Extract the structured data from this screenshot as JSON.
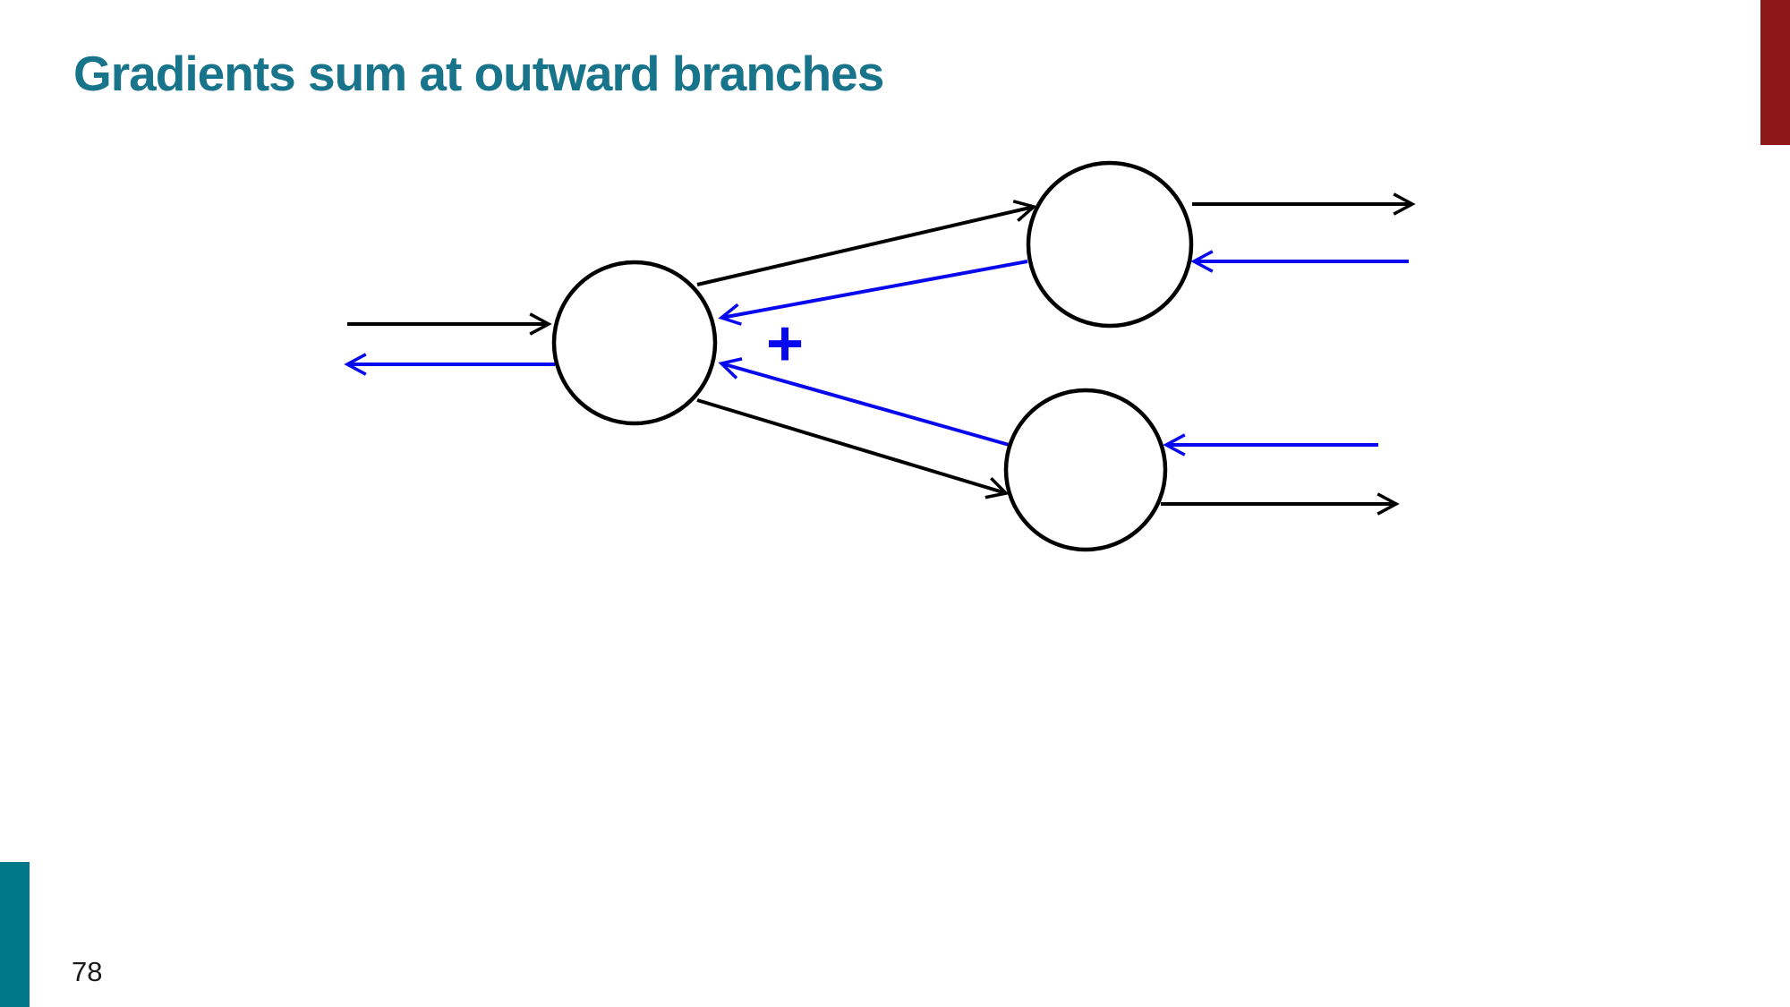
{
  "slide": {
    "title": "Gradients sum at outward branches",
    "page_number": "78"
  },
  "colors": {
    "background": "#FFFFFF",
    "title": "#17748A",
    "sidebar_teal": "#00788A",
    "corner_red": "#8C1818",
    "node_stroke": "#000000",
    "forward_arrow": "#000000",
    "gradient_arrow": "#0808EE",
    "page_number": "#1A1A1A"
  },
  "diagram": {
    "plus_sign": "+",
    "nodes": [
      {
        "id": "left-node"
      },
      {
        "id": "top-right-node"
      },
      {
        "id": "bottom-right-node"
      }
    ],
    "edges": [
      {
        "from": "input-left",
        "to": "left-node",
        "color": "black",
        "direction": "forward"
      },
      {
        "from": "left-node",
        "to": "top-right-node",
        "color": "black",
        "direction": "forward"
      },
      {
        "from": "left-node",
        "to": "bottom-right-node",
        "color": "black",
        "direction": "forward"
      },
      {
        "from": "top-right-node",
        "to": "output-right",
        "color": "black",
        "direction": "forward"
      },
      {
        "from": "bottom-right-node",
        "to": "output-right",
        "color": "black",
        "direction": "forward"
      },
      {
        "from": "left-node",
        "to": "output-left",
        "color": "blue",
        "direction": "backward"
      },
      {
        "from": "top-right-node",
        "to": "left-node",
        "color": "blue",
        "direction": "backward"
      },
      {
        "from": "bottom-right-node",
        "to": "left-node",
        "color": "blue",
        "direction": "backward"
      },
      {
        "from": "input-right-top",
        "to": "top-right-node",
        "color": "blue",
        "direction": "backward"
      },
      {
        "from": "input-right-bottom",
        "to": "bottom-right-node",
        "color": "blue",
        "direction": "backward"
      }
    ]
  }
}
